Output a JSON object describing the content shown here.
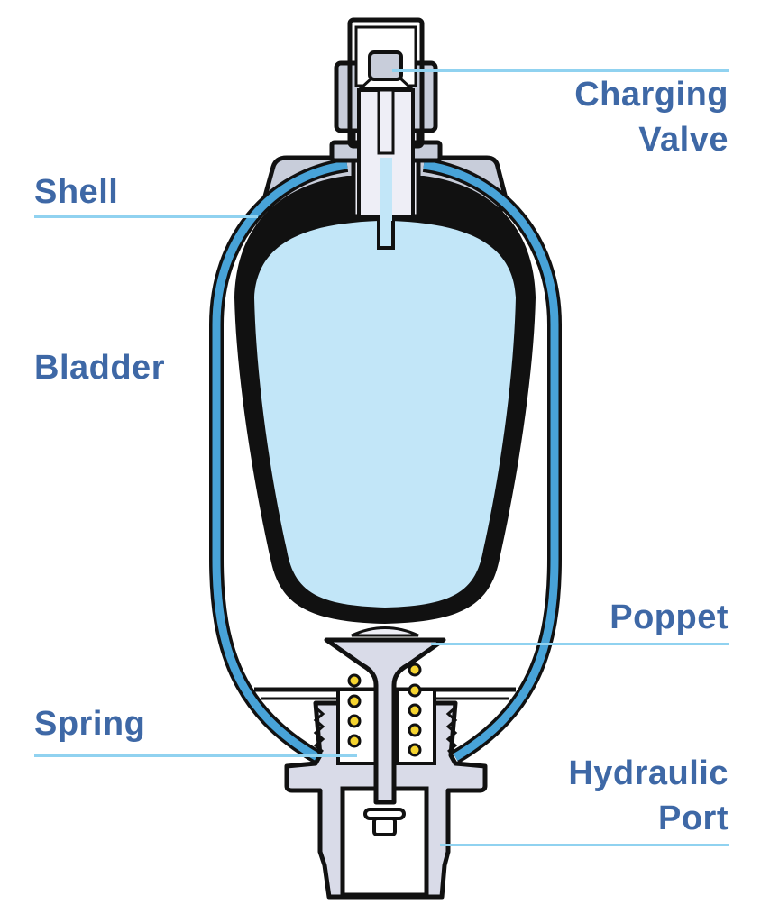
{
  "labels": {
    "charging_valve": [
      "Charging",
      "Valve"
    ],
    "shell": "Shell",
    "bladder": "Bladder",
    "poppet": "Poppet",
    "spring": "Spring",
    "hydraulic_port": [
      "Hydraulic",
      "Port"
    ]
  },
  "colors": {
    "label_text": "#3e68a6",
    "leader_line": "#90d2f0",
    "shell": "#48a3d8",
    "gas": "#c2e6f8",
    "metal": "#d9dbe8",
    "spring_coil": "#f5d430"
  }
}
